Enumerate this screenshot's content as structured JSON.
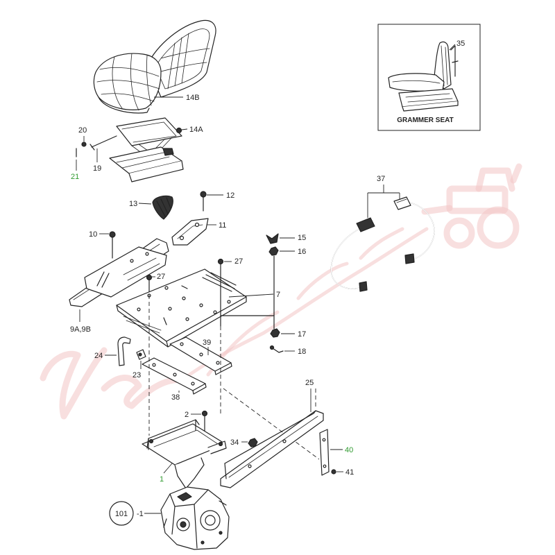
{
  "inset": {
    "title": "GRAMMER SEAT",
    "callout": {
      "label": "35"
    }
  },
  "callouts": {
    "c14B": {
      "label": "14B"
    },
    "c20": {
      "label": "20"
    },
    "c14A": {
      "label": "14A"
    },
    "c21": {
      "label": "21",
      "highlight": true
    },
    "c19": {
      "label": "19"
    },
    "c37": {
      "label": "37"
    },
    "c12": {
      "label": "12"
    },
    "c13": {
      "label": "13"
    },
    "c11": {
      "label": "11"
    },
    "c10": {
      "label": "10"
    },
    "c15": {
      "label": "15"
    },
    "c16": {
      "label": "16"
    },
    "c27a": {
      "label": "27"
    },
    "c27b": {
      "label": "27"
    },
    "c7": {
      "label": "7"
    },
    "c17": {
      "label": "17"
    },
    "c18": {
      "label": "18"
    },
    "c9": {
      "label": "9A,9B"
    },
    "c24": {
      "label": "24"
    },
    "c39": {
      "label": "39"
    },
    "c23": {
      "label": "23"
    },
    "c38": {
      "label": "38"
    },
    "c25": {
      "label": "25"
    },
    "c2": {
      "label": "2"
    },
    "c34": {
      "label": "34"
    },
    "c40": {
      "label": "40",
      "highlight": true
    },
    "c41": {
      "label": "41"
    },
    "c1": {
      "label": "1",
      "highlight": true
    },
    "c101": {
      "label": "101"
    },
    "c101dash": {
      "label": "-1"
    }
  },
  "colors": {
    "line": "#222222",
    "highlight": "#2f9a2f",
    "watermark": "#f3c4c4"
  }
}
